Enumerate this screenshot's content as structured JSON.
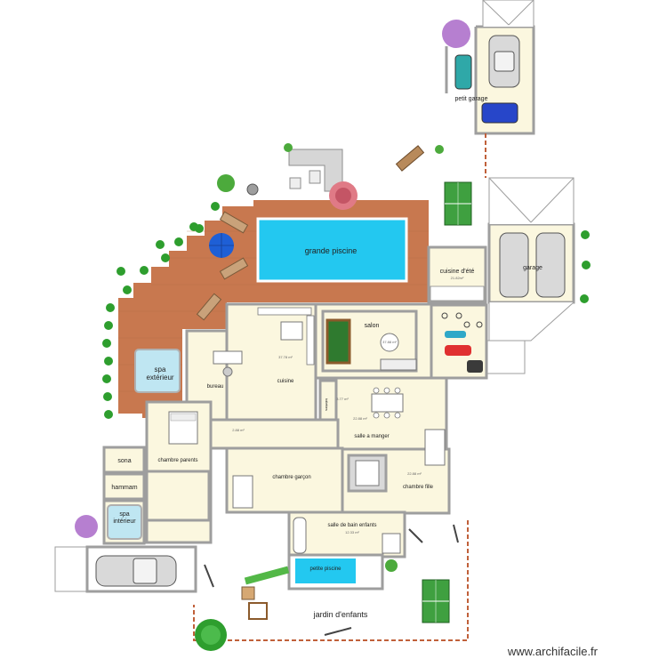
{
  "plan": {
    "rooms": {
      "petit_garage": "petit garage",
      "grande_piscine": "grande piscine",
      "cuisine_ete": "cuisine d'été",
      "garage": "garage",
      "spa_exterieur_1": "spa",
      "spa_exterieur_2": "extérieur",
      "bureau": "bureau",
      "cuisine": "cuisine",
      "salon": "salon",
      "toilettes": "toilettes",
      "salle_a_manger": "salle a manger",
      "sona": "sona",
      "chambre_parents": "chambre parents",
      "hammam": "hammam",
      "chambre_garcon": "chambre garçon",
      "chambre_fille": "chambre fille",
      "spa_interieur_1": "spa",
      "spa_interieur_2": "intérieur",
      "salle_de_bain_enfants": "salle de bain enfants",
      "petite_piscine": "petite piscine",
      "jardin_enfants": "jardin d'enfants"
    },
    "areas": {
      "cuisine_ete": "21.82m²",
      "cuisine": "37.78 m²",
      "salon": "37.88 m²",
      "toilettes": "3.77 m²",
      "salle_a_manger": "22.88 m²",
      "couloir": "2.88 m²",
      "chambre_fille": "22.88 m²",
      "salle_de_bain": "12.33 m²"
    },
    "colors": {
      "wall": "#9e9e9e",
      "floor": "#fbf7df",
      "deck": "#c8784f",
      "pool": "#23c8f0",
      "hedge": "#2e9e2e",
      "fence": "#c0603a"
    },
    "watermark": "www.archifacile.fr"
  }
}
